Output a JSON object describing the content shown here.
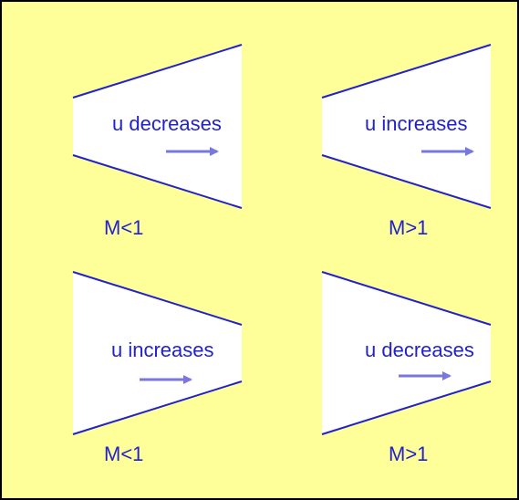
{
  "colors": {
    "background": "#ffff99",
    "border": "#000000",
    "duct_fill": "#ffffff",
    "wall_line": "#2222cc",
    "text": "#2222cc",
    "arrow": "#7777dd"
  },
  "panels": [
    {
      "caption": "u decreases",
      "mach": "M<1",
      "shape": "diverging"
    },
    {
      "caption": "u increases",
      "mach": "M>1",
      "shape": "diverging"
    },
    {
      "caption": "u increases",
      "mach": "M<1",
      "shape": "converging"
    },
    {
      "caption": "u decreases",
      "mach": "M>1",
      "shape": "converging"
    }
  ]
}
